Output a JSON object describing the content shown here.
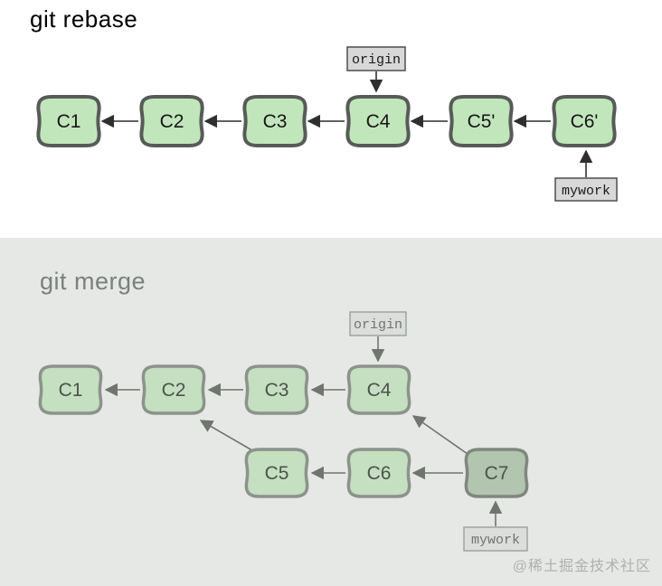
{
  "rebase": {
    "title": "git rebase",
    "nodes": [
      {
        "label": "C1"
      },
      {
        "label": "C2"
      },
      {
        "label": "C3"
      },
      {
        "label": "C4"
      },
      {
        "label": "C5'"
      },
      {
        "label": "C6'"
      }
    ],
    "edges": [
      "C2→C1",
      "C3→C2",
      "C4→C3",
      "C5'→C4",
      "C6'→C5'"
    ],
    "refs": [
      {
        "label": "origin",
        "points_to": "C4"
      },
      {
        "label": "mywork",
        "points_to": "C6'"
      }
    ]
  },
  "merge": {
    "title": "git merge",
    "main_nodes": [
      {
        "label": "C1"
      },
      {
        "label": "C2"
      },
      {
        "label": "C3"
      },
      {
        "label": "C4"
      }
    ],
    "branch_nodes": [
      {
        "label": "C5"
      },
      {
        "label": "C6"
      },
      {
        "label": "C7"
      }
    ],
    "edges": [
      "C2→C1",
      "C3→C2",
      "C4→C3",
      "C5→C2",
      "C6→C5",
      "C7→C6",
      "C7→C4"
    ],
    "refs": [
      {
        "label": "origin",
        "points_to": "C4"
      },
      {
        "label": "mywork",
        "points_to": "C7"
      }
    ]
  },
  "watermark": "@稀土掘金技术社区",
  "colors": {
    "panel_bg": "#e6e8e5",
    "rebase_node_fill": "#c2e6bc",
    "rebase_node_border": "#575b57",
    "merge_node_fill": "#c5dfc1",
    "merge_node_border": "#8b938b",
    "merge_head_node_fill": "#b2c5ae",
    "ref_box_fill": "#d8d8d8"
  }
}
